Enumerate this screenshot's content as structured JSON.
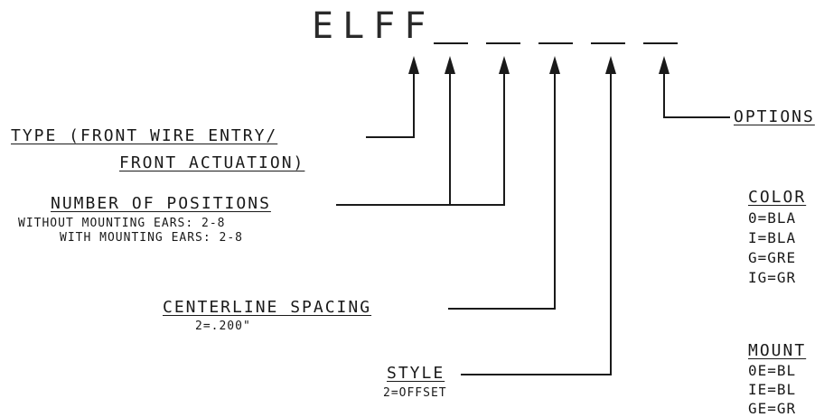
{
  "diagram": {
    "prefix": "ELFF",
    "type": {
      "line1": "TYPE (FRONT WIRE ENTRY/",
      "line2": "FRONT ACTUATION)"
    },
    "positions": {
      "label": "NUMBER OF POSITIONS",
      "note1": "WITHOUT MOUNTING EARS: 2-8",
      "note2": "WITH MOUNTING EARS: 2-8"
    },
    "spacing": {
      "label": "CENTERLINE SPACING",
      "note": "2=.200\""
    },
    "style": {
      "label": "STYLE",
      "note": "2=OFFSET"
    },
    "options": {
      "label": "OPTIONS",
      "color_heading": "COLOR",
      "color_items": [
        "0=BLA",
        "I=BLA",
        "G=GRE",
        "IG=GR"
      ],
      "mount_heading": "MOUNT",
      "mount_items": [
        "0E=BL",
        "IE=BL",
        "GE=GR"
      ]
    },
    "colors": {
      "ink": "#1a1a1a",
      "background": "#ffffff"
    }
  }
}
